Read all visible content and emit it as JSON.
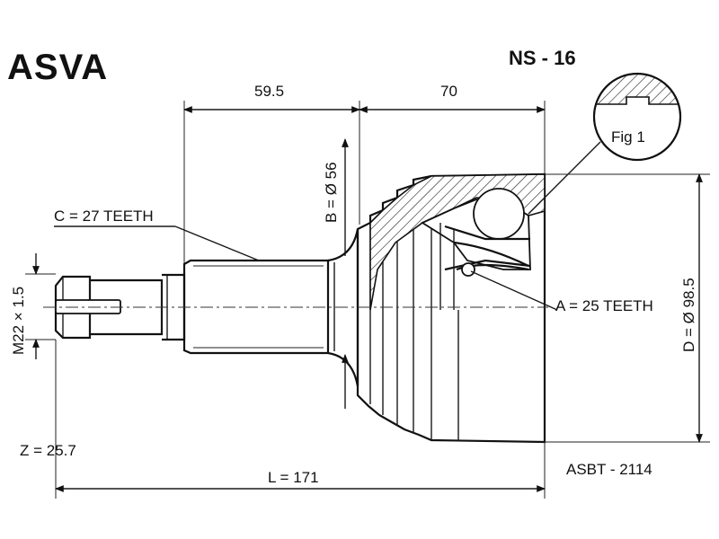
{
  "header": {
    "brand": "ASVA",
    "part_code": "NS - 16"
  },
  "dimensions": {
    "shaft_length_top": "59.5",
    "housing_length_top": "70",
    "diameter_b": "B = Ø 56",
    "spline_c": "C = 27 TEETH",
    "thread": "M22 × 1.5",
    "spline_a": "A = 25 TEETH",
    "diameter_d": "D = Ø 98.5",
    "z_value": "Z = 25.7",
    "overall_length": "L = 171",
    "reference": "ASBT - 2114"
  },
  "figure": {
    "label": "Fig 1"
  },
  "colors": {
    "ink": "#111111",
    "background": "#ffffff"
  }
}
